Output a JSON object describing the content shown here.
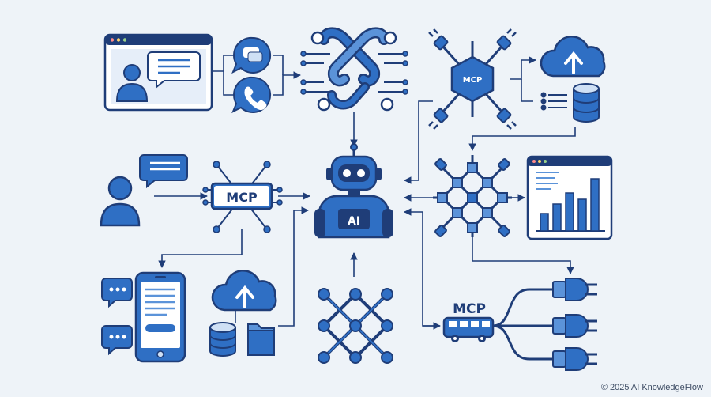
{
  "labels": {
    "mcp_center_left": "MCP",
    "mcp_top_right": "MCP",
    "mcp_bus": "MCP",
    "ai_badge": "AI"
  },
  "footer": {
    "copyright": "© 2025 AI KnowledgeFlow"
  },
  "colors": {
    "ink": "#1f3d78",
    "primary": "#2f6fc4",
    "light": "#cfe0f5",
    "background": "#eef3f8"
  },
  "icons": [
    "browser-window-icon",
    "chat-bubble-icon",
    "phone-icon",
    "chain-link-icon",
    "plug-cluster-icon",
    "cloud-upload-icon",
    "database-icon",
    "person-icon",
    "mcp-chip-icon",
    "robot-icon",
    "network-mesh-icon",
    "bar-chart-icon",
    "smartphone-icon",
    "folder-icon",
    "bus-icon",
    "plug-icon"
  ]
}
